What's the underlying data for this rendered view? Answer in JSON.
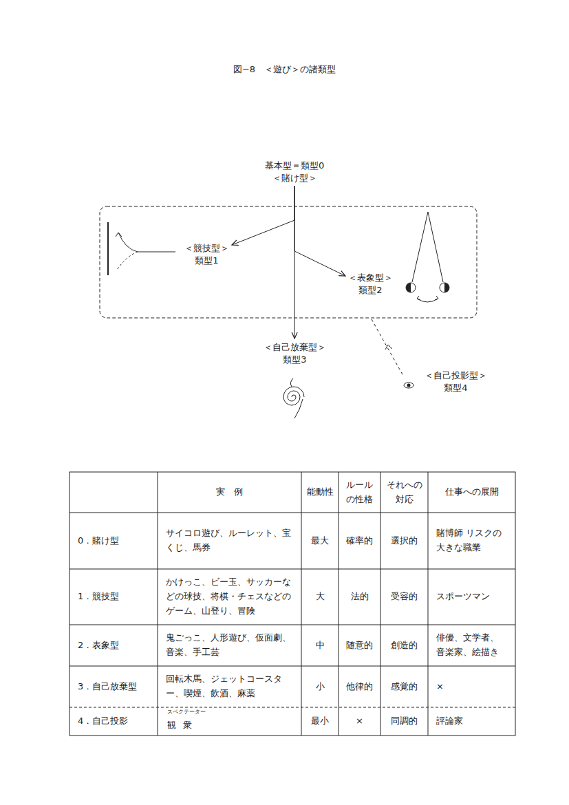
{
  "diagram": {
    "title": "図−8　＜遊び＞の諸類型",
    "nodes": [
      {
        "text": [
          "基本型＝類型0",
          "＜賭け型＞"
        ]
      },
      {
        "text": [
          "＜競技型＞",
          "類型1"
        ]
      },
      {
        "text": [
          "＜表象型＞",
          "類型2"
        ]
      },
      {
        "text": [
          "＜自己放棄型＞",
          "類型3"
        ]
      },
      {
        "text": [
          "＜自己投影型＞",
          "類型4"
        ]
      }
    ],
    "edges": [
      {
        "from": 0,
        "to": 1,
        "arrow": "to"
      },
      {
        "from": 0,
        "to": 2,
        "arrow": "to"
      },
      {
        "from": 0,
        "to": 3,
        "arrow": "to"
      }
    ],
    "labels": [
      "実　例",
      "能動性",
      "ルールの性格",
      "それへの対応",
      "仕事への展開",
      "0．賭け型",
      "サイコロ遊び、ルーレット、宝くじ、馬券",
      "最大",
      "確率的",
      "選択的",
      "賭博師 リスクの大きな職業",
      "1．競技型",
      "かけっこ、ビー玉、サッカーなどの球技、将棋・チェスなどのゲーム、山登り、冒険",
      "大",
      "法的",
      "受容的",
      "スポーツマン",
      "2．表象型",
      "鬼ごっこ、人形遊び、仮面劇、音楽、手工芸",
      "中",
      "随意的",
      "創造的",
      "俳優、文学者、音楽家、絵描き",
      "3．自己放棄型",
      "回転木馬、ジェットコースター、喫煙、飲酒、麻薬",
      "小",
      "他律的",
      "感覚的",
      "×",
      "4．自己投影",
      "スペクテーター",
      "観衆",
      "最小",
      "×",
      "同調的",
      "評論家"
    ]
  }
}
